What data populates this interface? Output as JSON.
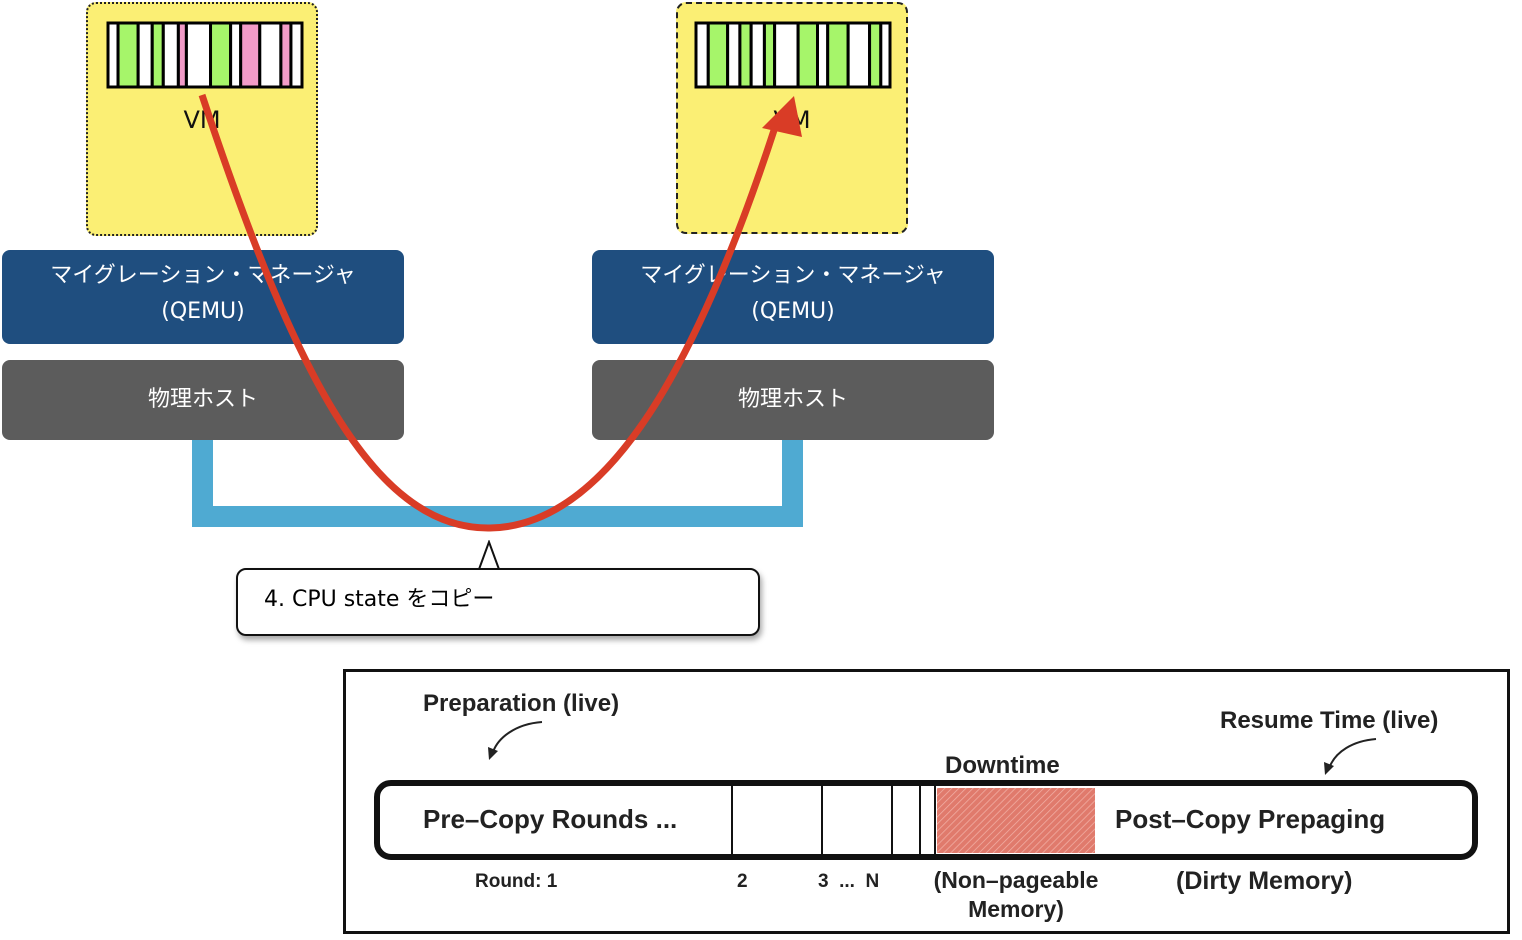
{
  "source": {
    "vm_label": "VM",
    "memory_pages": [
      "white",
      "green",
      "white",
      "green",
      "white",
      "pink",
      "white",
      "green",
      "white",
      "pink",
      "white",
      "pink",
      "white"
    ],
    "manager_line1": "マイグレーション・マネージャ",
    "manager_line2": "(QEMU)",
    "host_label": "物理ホスト"
  },
  "destination": {
    "vm_label": "VM",
    "memory_pages": [
      "white",
      "green",
      "white",
      "green",
      "white",
      "green",
      "white",
      "green",
      "white",
      "green",
      "white",
      "green",
      "white"
    ],
    "manager_line1": "マイグレーション・マネージャ",
    "manager_line2": "(QEMU)",
    "host_label": "物理ホスト"
  },
  "callout": {
    "text": "4. CPU state をコピー"
  },
  "colors": {
    "vm_background": "#fbef74",
    "page_green": "#a6f56a",
    "page_pink": "#f29bc8",
    "page_white": "#ffffff",
    "manager": "#1f4e7f",
    "host": "#5c5c5c",
    "network": "#4faad2",
    "arrow": "#d93c26",
    "downtime_hatch": "#e07a6c"
  },
  "timeline": {
    "preparation_label": "Preparation (live)",
    "downtime_label": "Downtime",
    "resume_label": "Resume Time (live)",
    "precopy_label": "Pre–Copy Rounds ...",
    "postcopy_label": "Post–Copy Prepaging",
    "round1_label": "Round: 1",
    "round2_label": "2",
    "round3n_label": "3  ...  N",
    "nonpageable_line1": "(Non–pageable",
    "nonpageable_line2": "Memory)",
    "dirty_label": "(Dirty Memory)"
  }
}
